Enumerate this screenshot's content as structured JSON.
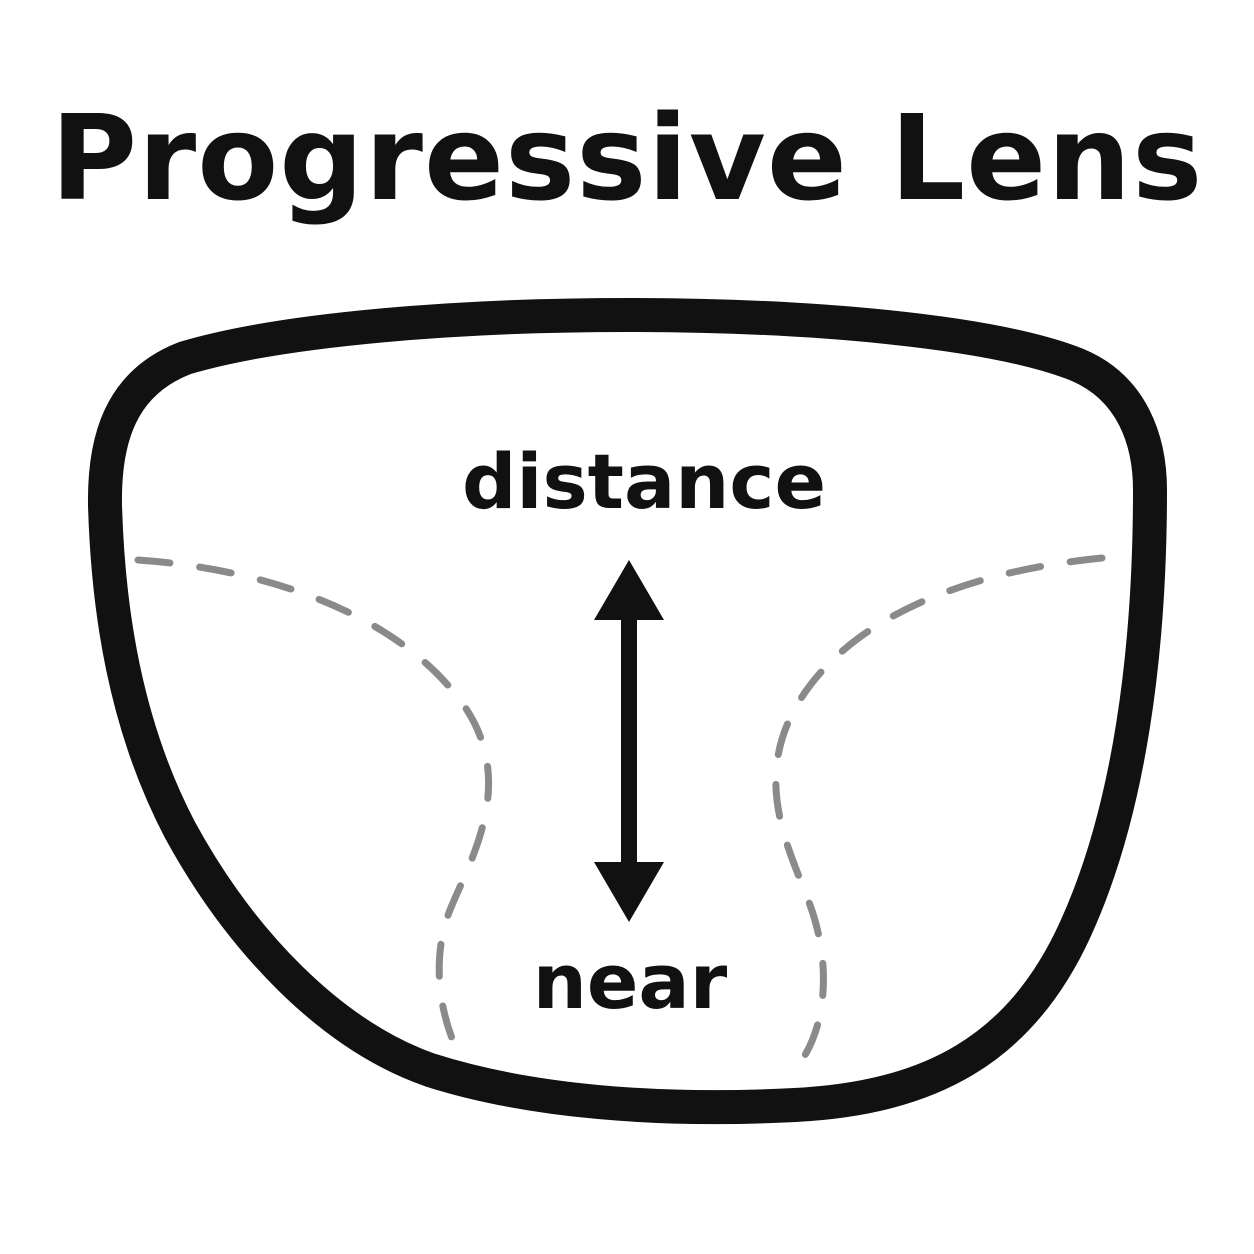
{
  "title": "Progressive Lens",
  "labels": {
    "top_zone": "distance",
    "bottom_zone": "near"
  },
  "colors": {
    "frame": "#111111",
    "corridor_boundary": "#8a8a8a",
    "arrow": "#111111",
    "text": "#111111",
    "background": "#ffffff"
  }
}
